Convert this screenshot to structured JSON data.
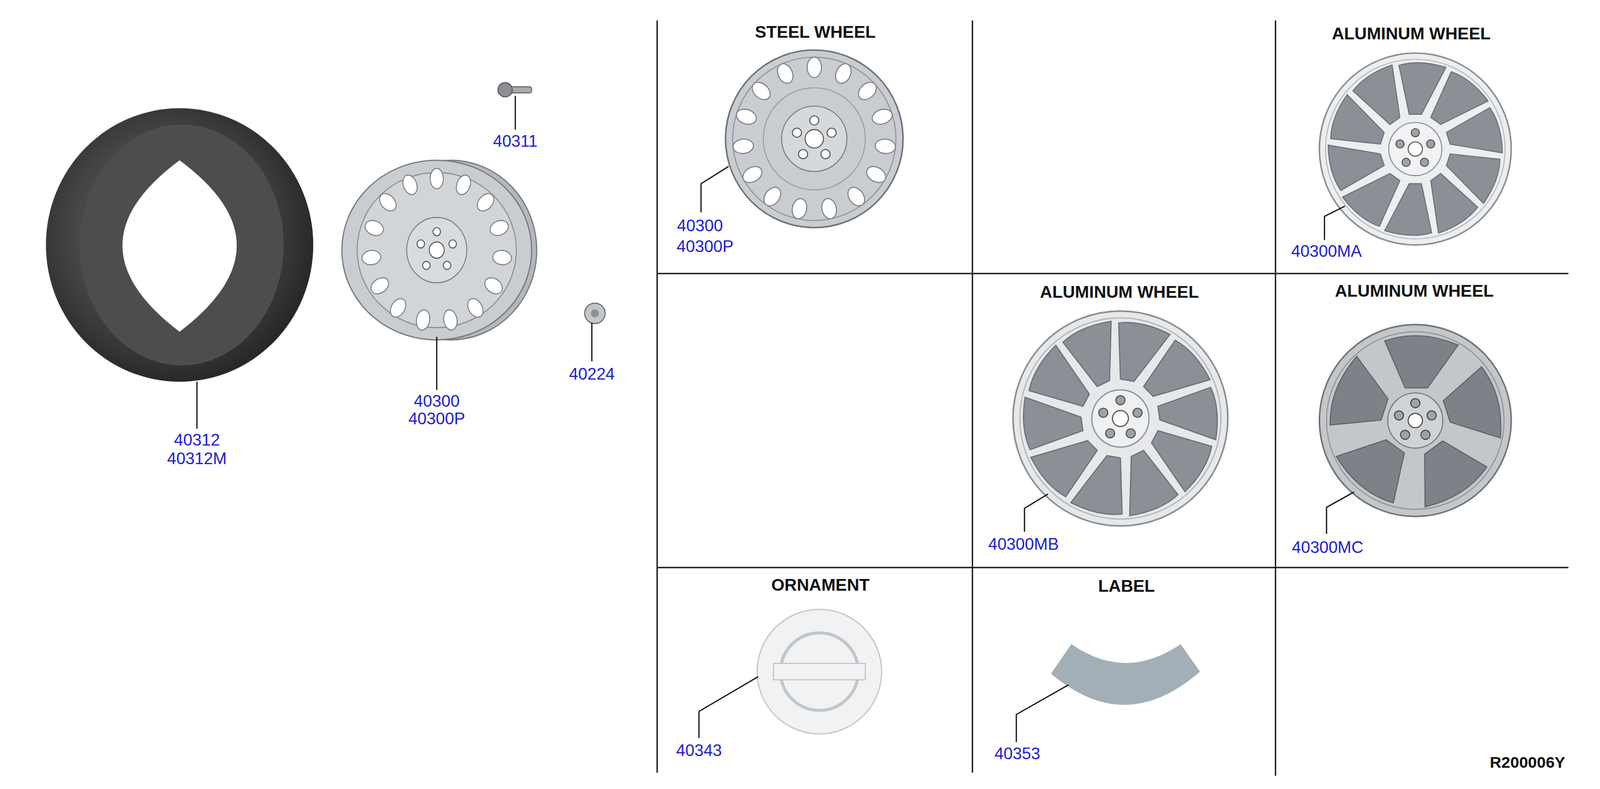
{
  "diagram": {
    "labels": [
      "40311",
      "40224",
      "40312",
      "40312M",
      "40300",
      "40300P",
      "STEEL WHEEL",
      "40300",
      "40300P",
      "ALUMINUM WHEEL",
      "40300MA",
      "ALUMINUM WHEEL",
      "40300MB",
      "ALUMINUM WHEEL",
      "40300MC",
      "ORNAMENT",
      "40343",
      "LABEL",
      "40353",
      "R200006Y"
    ]
  }
}
